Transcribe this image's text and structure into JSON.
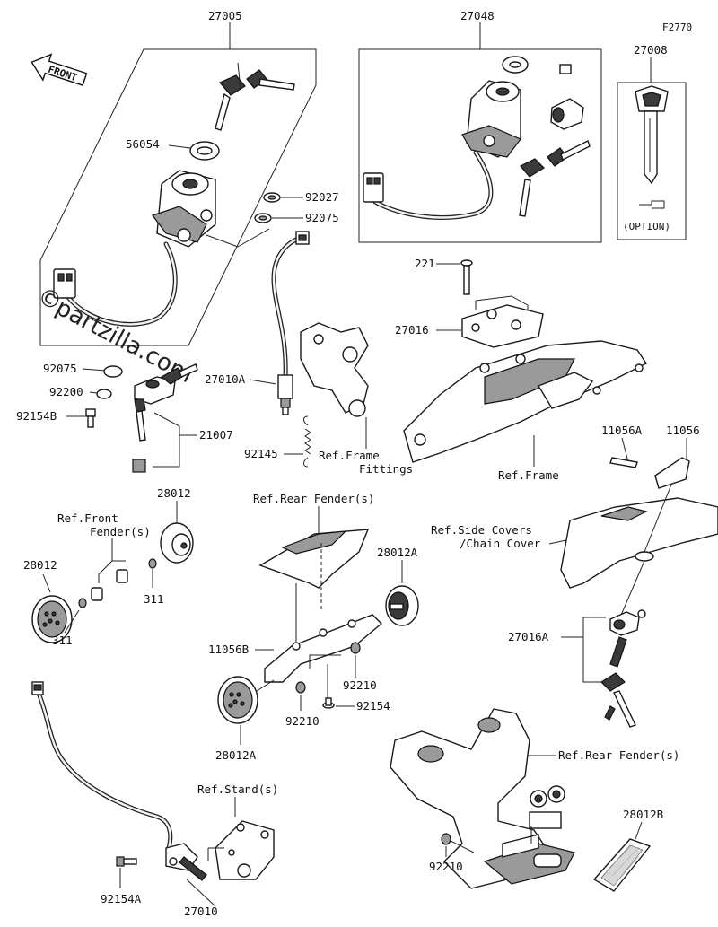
{
  "diagram": {
    "diagram_code": "F2770",
    "watermark": "partzilla.com",
    "watermark_symbol": "©",
    "front_badge": "FRONT",
    "option_label": "(OPTION)",
    "part_numbers": {
      "p27005": "27005",
      "p27048": "27048",
      "p27008": "27008",
      "p56054": "56054",
      "p92027": "92027",
      "p92075a": "92075",
      "p92075b": "92075",
      "p221": "221",
      "p27016": "27016",
      "p92200": "92200",
      "p92154B": "92154B",
      "p21007": "21007",
      "p27010A": "27010A",
      "p92145": "92145",
      "p11056A": "11056A",
      "p11056": "11056",
      "p28012a": "28012",
      "p28012b": "28012",
      "p311a": "311",
      "p311b": "311",
      "p28012A_top": "28012A",
      "p28012A_bottom": "28012A",
      "p11056B": "11056B",
      "p92210a": "92210",
      "p92210b": "92210",
      "p92210c": "92210",
      "p92154": "92154",
      "p27016A": "27016A",
      "p28012B": "28012B",
      "p92154A": "92154A",
      "p27010": "27010"
    },
    "references": {
      "frame_fittings_1": "Ref.Frame",
      "frame_fittings_2": "Fittings",
      "frame": "Ref.Frame",
      "rear_fender_top": "Ref.Rear Fender(s)",
      "front_fender_1": "Ref.Front",
      "front_fender_2": "Fender(s)",
      "side_covers_1": "Ref.Side Covers",
      "side_covers_2": "/Chain Cover",
      "rear_fender_bottom": "Ref.Rear Fender(s)",
      "stand": "Ref.Stand(s)"
    }
  }
}
